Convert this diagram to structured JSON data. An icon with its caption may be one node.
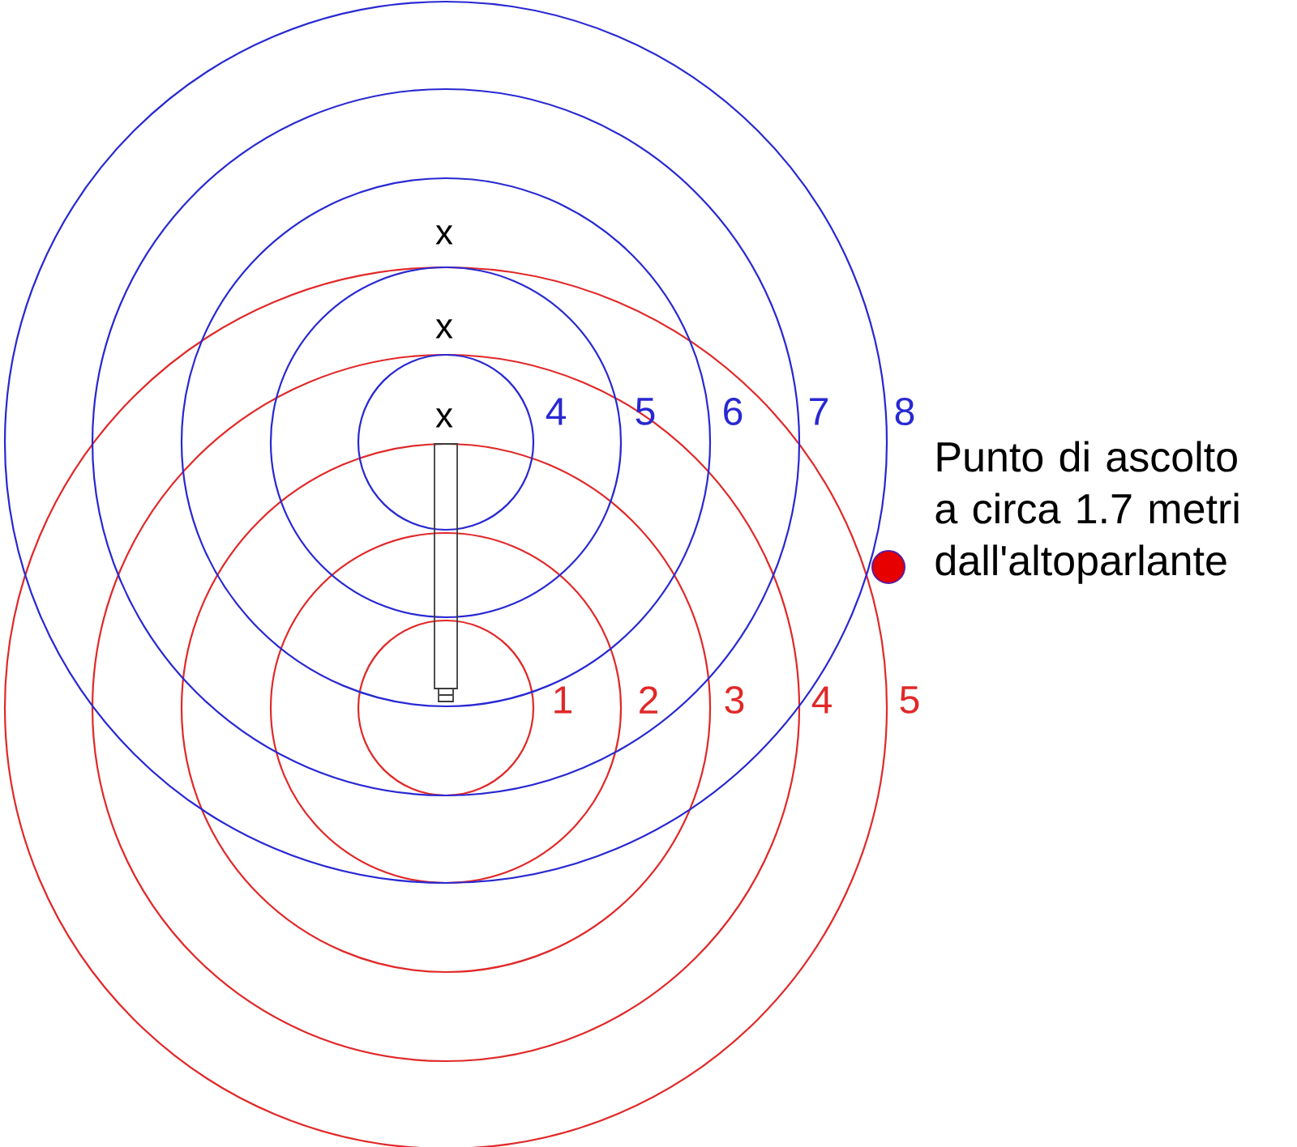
{
  "diagram": {
    "labels": [
      "x",
      "x",
      "x",
      "4",
      "5",
      "6",
      "7",
      "8",
      "Punto di ascolto a circa 1.7 metri dall'altoparlante",
      "1",
      "2",
      "3",
      "4",
      "5"
    ]
  }
}
